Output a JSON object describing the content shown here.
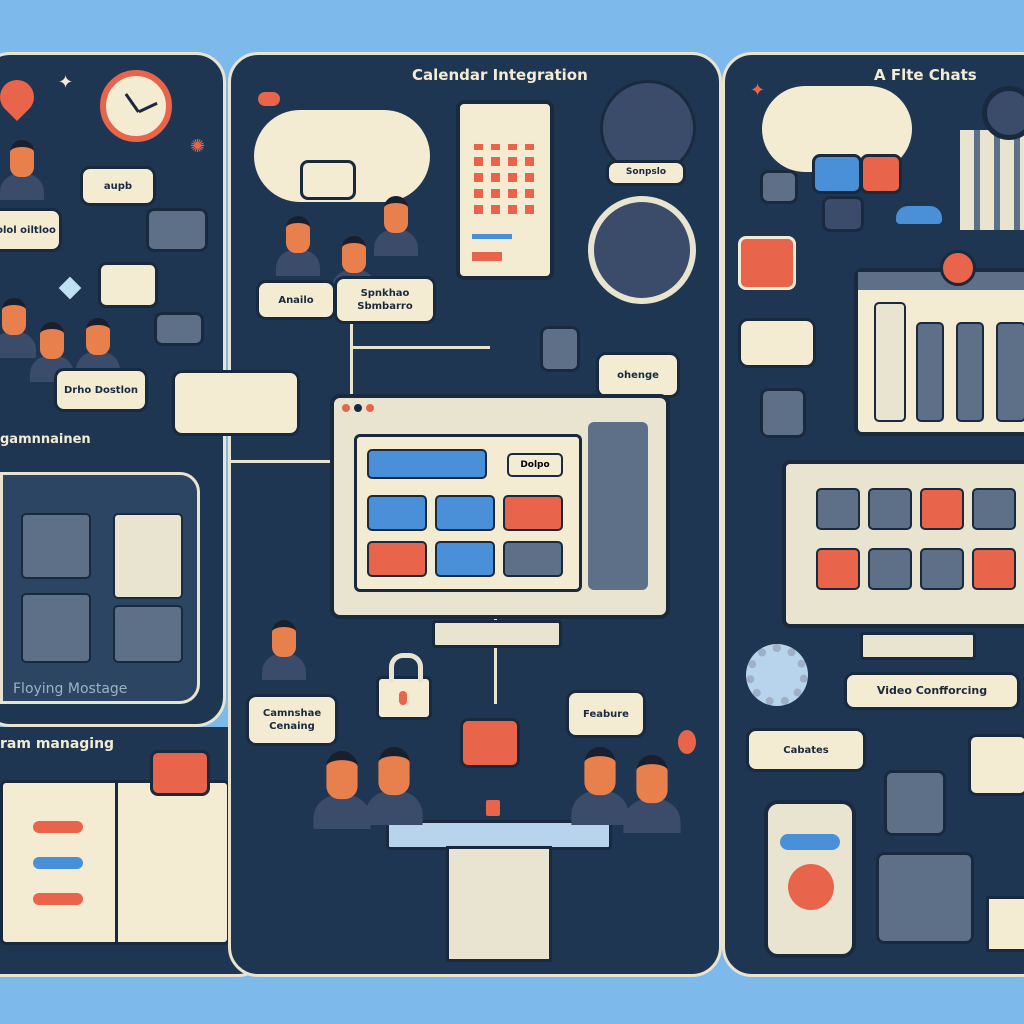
{
  "panels": {
    "left": {
      "title": "gamnnainen",
      "cards": [
        "aupb",
        "olol oiltloo",
        "Drho Dostlon"
      ],
      "board_label": "Floying Mostage",
      "bottom_title": "ram managing"
    },
    "middle": {
      "title": "Calendar Integration",
      "cards": [
        "Anailo",
        "Spnkhao Sbmbarro",
        "Sonpslo",
        "ohenge",
        "Camnshae Cenaing",
        "Feabure"
      ],
      "app_button": "Dolpo"
    },
    "right": {
      "title": "A Flte Chats",
      "cards": [
        "Video Confforcing",
        "Cabates"
      ]
    }
  },
  "colors": {
    "background": "#7db9ea",
    "panel": "#1f3652",
    "cream": "#f3ecd3",
    "accent_red": "#e8644a",
    "accent_blue": "#4a90d9"
  },
  "icons": [
    "clock-icon",
    "cloud-icon",
    "calendar-icon",
    "chat-bubble-icon",
    "lock-icon",
    "mail-icon",
    "lightbulb-icon",
    "gear-icon",
    "phone-icon",
    "monitor-icon",
    "notebook-icon",
    "camera-icon"
  ]
}
